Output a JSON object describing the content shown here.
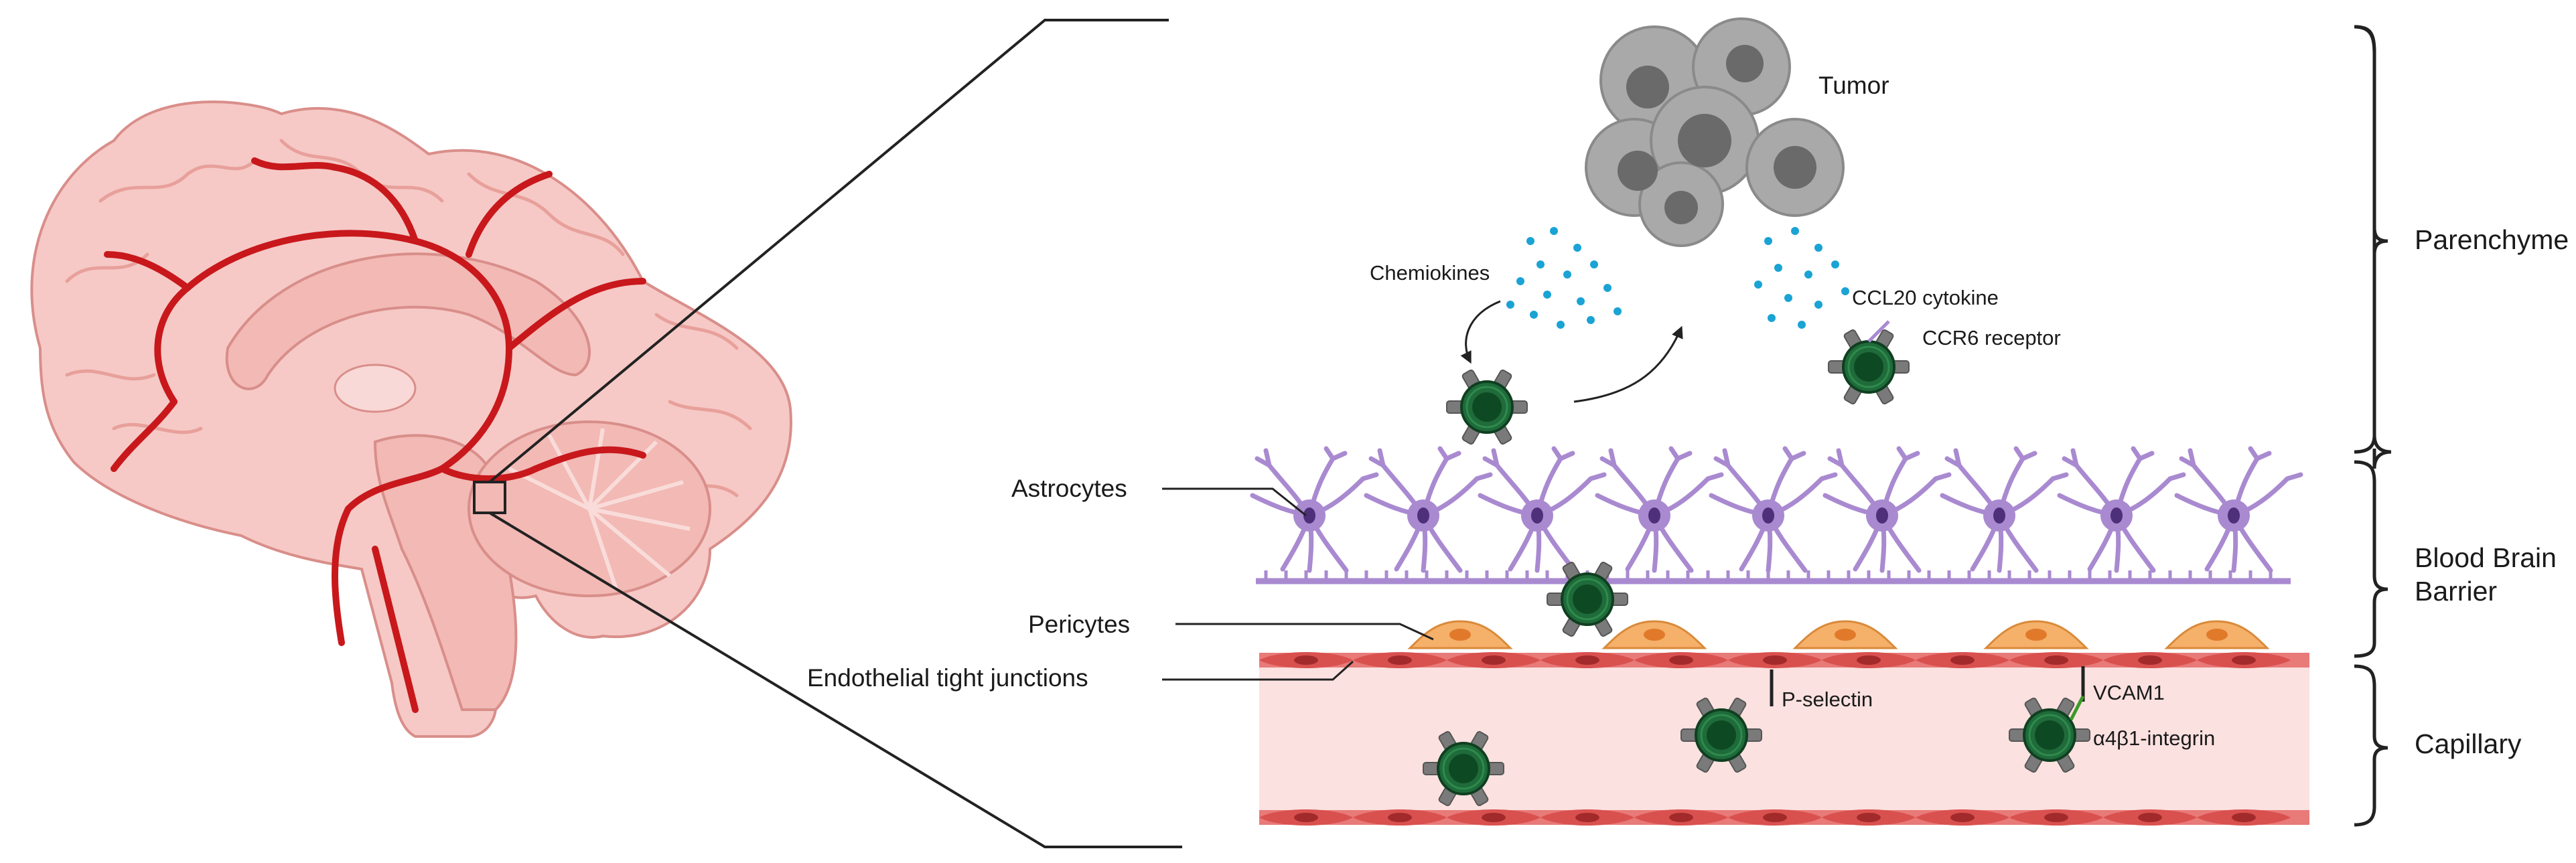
{
  "labels": {
    "tumor": "Tumor",
    "chemokines": "Chemiokines",
    "ccl20": "CCL20 cytokine",
    "ccr6": "CCR6 receptor",
    "astrocytes": "Astrocytes",
    "pericytes": "Pericytes",
    "endothelial": "Endothelial tight junctions",
    "p_selectin": "P-selectin",
    "vcam1": "VCAM1",
    "integrin": "α4β1-integrin"
  },
  "regions": {
    "parenchyme": "Parenchyme",
    "bbb_line1": "Blood Brain",
    "bbb_line2": "Barrier",
    "capillary": "Capillary"
  },
  "colors": {
    "ccr6": "#e0302a",
    "integrin": "#3a9a2a",
    "artery": "#c8181c",
    "brain": "#f6c9c6",
    "astrocyte": "#a98ad0",
    "pericyte": "#f5b06a",
    "capillary": "#fbe1e0",
    "endothelium": "#d9514f",
    "immune_cell": "#1f6b3a",
    "tumor": "#a9a9a9",
    "chemokine_dot": "#1aa3d4"
  }
}
